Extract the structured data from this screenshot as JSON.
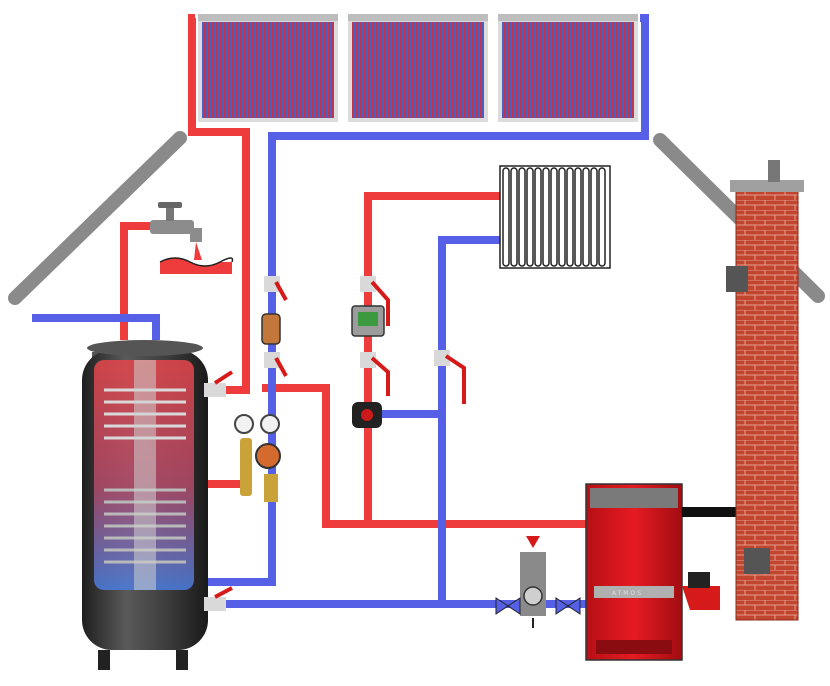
{
  "diagram": {
    "boiler_brand": "ATMOS",
    "colors": {
      "hot_pipe": "#ee3b3b",
      "cold_pipe": "#5560e6",
      "roof": "#8a8a8a",
      "tank_body": "#3a3a3a",
      "boiler_red": "#d8141c",
      "brick": "#c0392b",
      "collector_frame": "#c8c8c8",
      "valve_red": "#d61a1a"
    },
    "components": [
      {
        "id": "solar-collector-1",
        "icon": "solar-collector-icon"
      },
      {
        "id": "solar-collector-2",
        "icon": "solar-collector-icon"
      },
      {
        "id": "solar-collector-3",
        "icon": "solar-collector-icon"
      },
      {
        "id": "storage-tank",
        "icon": "storage-tank-icon"
      },
      {
        "id": "hot-water-tap",
        "icon": "faucet-icon"
      },
      {
        "id": "radiator",
        "icon": "radiator-icon"
      },
      {
        "id": "solar-pump-station",
        "icon": "pump-station-icon"
      },
      {
        "id": "circulation-pump",
        "icon": "circulation-pump-icon"
      },
      {
        "id": "mixing-valve-actuator",
        "icon": "mixing-valve-icon"
      },
      {
        "id": "boiler-pump-group",
        "icon": "pump-group-icon"
      },
      {
        "id": "biomass-boiler",
        "icon": "boiler-icon"
      },
      {
        "id": "pellet-burner",
        "icon": "burner-icon"
      },
      {
        "id": "chimney",
        "icon": "chimney-icon"
      }
    ]
  }
}
